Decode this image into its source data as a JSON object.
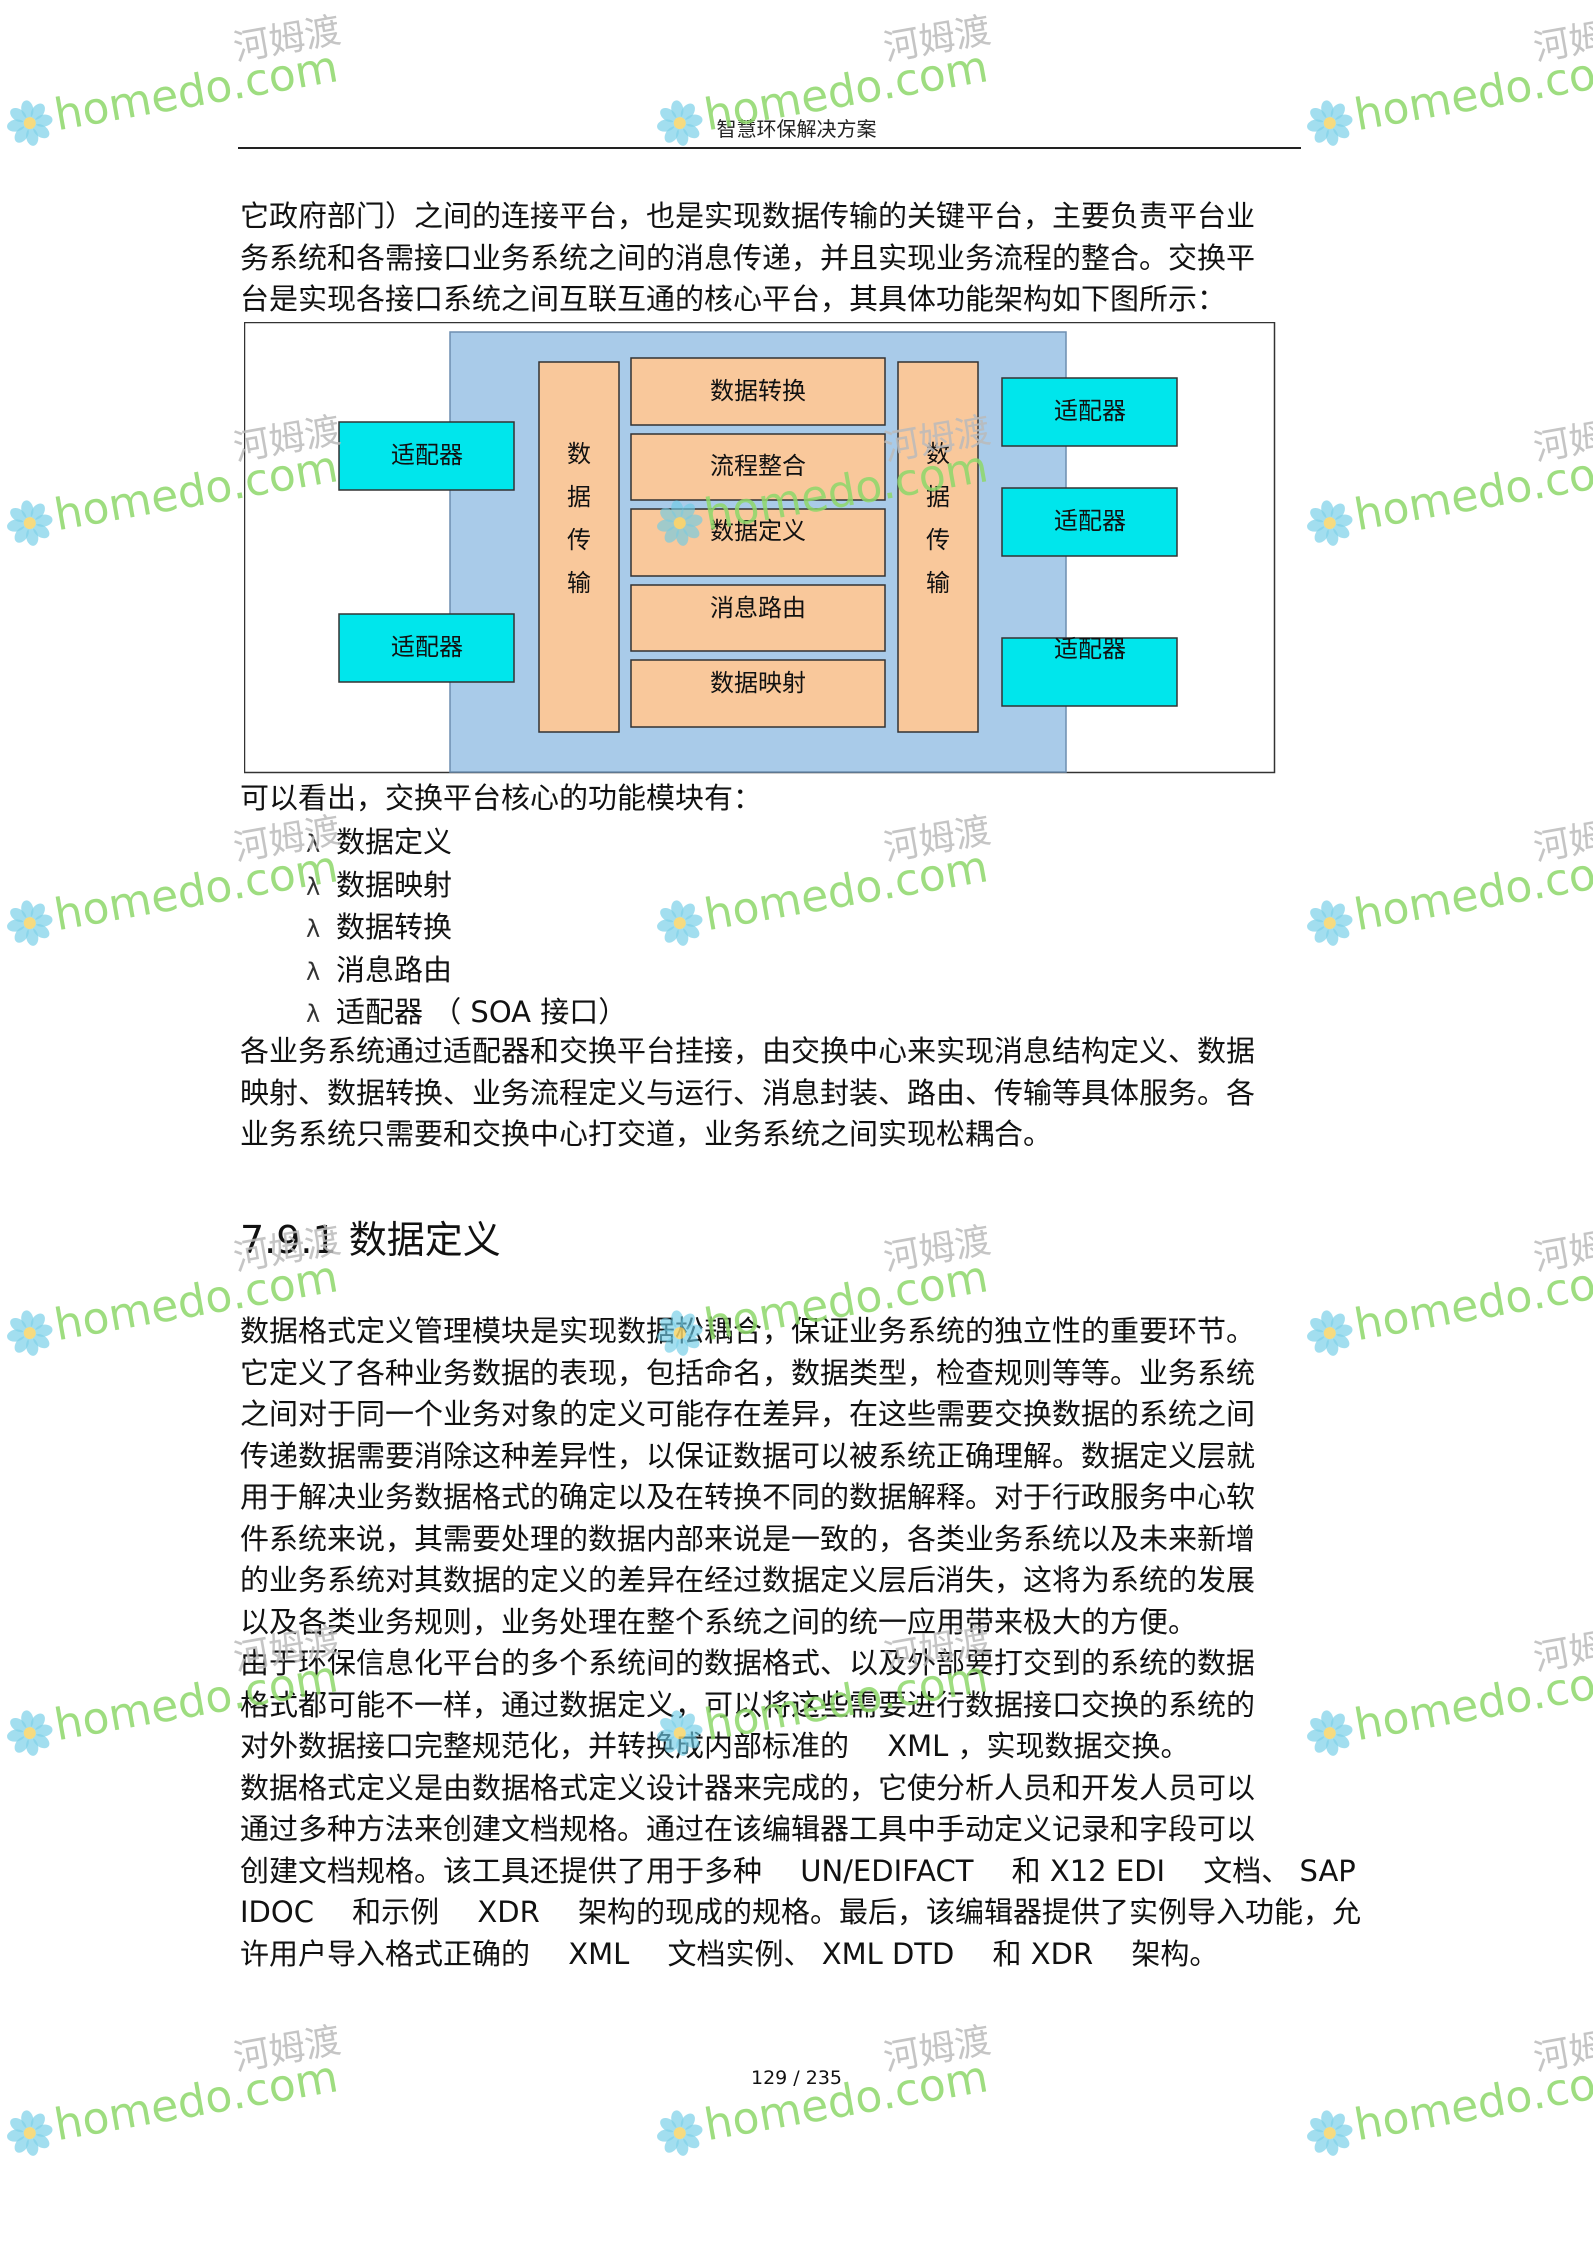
{
  "header": {
    "title": "智慧环保解决方案"
  },
  "intro": {
    "lines": [
      "它政府部门）之间的连接平台，也是实现数据传输的关键平台，主要负责平台业",
      "务系统和各需接口业务系统之间的消息传递，并且实现业务流程的整合。交换平",
      "台是实现各接口系统之间互联互通的核心平台，其具体功能架构如下图所示："
    ]
  },
  "diagram": {
    "left_adapters": [
      "适配器",
      "适配器"
    ],
    "right_adapters": [
      "适配器",
      "适配器",
      "适配器"
    ],
    "transfer_left": "数据传输",
    "transfer_right": "数据传输",
    "modules": [
      "数据转换",
      "流程整合",
      "数据定义",
      "消息路由",
      "数据映射"
    ],
    "colors": {
      "frame": "#a9cbe9",
      "peach": "#f9c89b",
      "cyan": "#00e6ec",
      "border": "#333333"
    }
  },
  "summary": {
    "intro": "可以看出，交换平台核心的功能模块有：",
    "bullet_mark": "λ",
    "items": [
      "数据定义",
      "数据映射",
      "数据转换",
      "消息路由",
      "适配器 （ SOA 接口）"
    ],
    "lines": [
      "各业务系统通过适配器和交换平台挂接，由交换中心来实现消息结构定义、数据",
      "映射、数据转换、业务流程定义与运行、消息封装、路由、传输等具体服务。各",
      "业务系统只需要和交换中心打交道，业务系统之间实现松耦合。"
    ]
  },
  "section": {
    "title": "7.9.1 数据定义",
    "para1": [
      "数据格式定义管理模块是实现数据松耦合，保证业务系统的独立性的重要环节。",
      "它定义了各种业务数据的表现，包括命名，数据类型，检查规则等等。业务系统",
      "之间对于同一个业务对象的定义可能存在差异，在这些需要交换数据的系统之间",
      "传递数据需要消除这种差异性，以保证数据可以被系统正确理解。数据定义层就",
      "用于解决业务数据格式的确定以及在转换不同的数据解释。对于行政服务中心软",
      "件系统来说，其需要处理的数据内部来说是一致的，各类业务系统以及未来新增",
      "的业务系统对其数据的定义的差异在经过数据定义层后消失，这将为系统的发展",
      "以及各类业务规则，业务处理在整个系统之间的统一应用带来极大的方便。"
    ],
    "para2": [
      "由于环保信息化平台的多个系统间的数据格式、以及外部要打交到的系统的数据",
      "格式都可能不一样，通过数据定义，可以将这些需要进行数据接口交换的系统的",
      "对外数据接口完整规范化，并转换成内部标准的　 XML ，实现数据交换。"
    ],
    "para3": [
      "数据格式定义是由数据格式定义设计器来完成的，它使分析人员和开发人员可以",
      "通过多种方法来创建文档规格。通过在该编辑器工具中手动定义记录和字段可以",
      "创建文档规格。该工具还提供了用于多种　 UN/EDIFACT 　和 X12 EDI 　文档、 SAP",
      "IDOC 　和示例 　XDR 　架构的现成的规格。最后，该编辑器提供了实例导入功能，允",
      "许用户导入格式正确的 　XML 　文档实例、 XML DTD 　和 XDR 　架构。"
    ]
  },
  "footer": {
    "page": "129 / 235"
  },
  "watermark": {
    "brand": "homedo.com",
    "cn_name": "河姆渡",
    "brand_color": "#8ed86a",
    "cn_color": "#bbbbbb",
    "flower_color": "#6ecbe6"
  }
}
